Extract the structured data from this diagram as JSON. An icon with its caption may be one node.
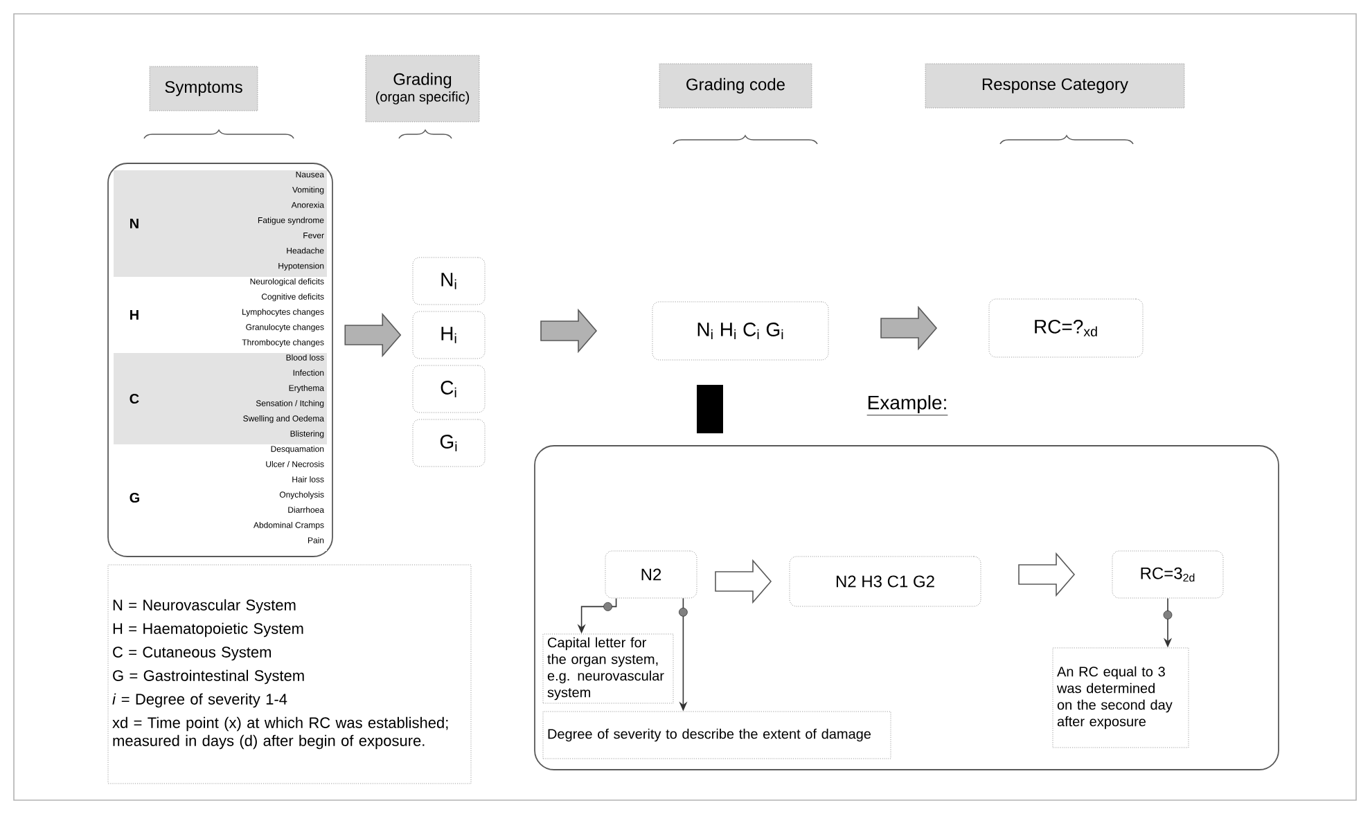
{
  "diagram": {
    "nodes": [
      {
        "text": [
          "Symptoms"
        ]
      },
      {
        "text": [
          "Grading",
          "(organ specific)"
        ]
      },
      {
        "text": [
          "Grading code"
        ]
      },
      {
        "text": [
          "Response Category"
        ]
      },
      {
        "text": [],
        "shape": "box"
      },
      {
        "text": [
          "N",
          "Nausea",
          "Vomiting",
          "Anorexia",
          "Fatigue syndrome",
          "Fever",
          "Headache",
          "Hypotension"
        ],
        "in": 4
      },
      {
        "text": [
          "H",
          "Neurological deficits",
          "Cognitive deficits",
          "Lymphocytes changes",
          "Granulocyte changes",
          "Thrombocyte changes"
        ],
        "in": 4
      },
      {
        "text": [
          "C",
          "Blood loss",
          "Infection",
          "Erythema",
          "Sensation / Itching",
          "Swelling and Oedema",
          "Blistering"
        ],
        "in": 4
      },
      {
        "text": [
          "G",
          "Desquamation",
          "Ulcer / Necrosis",
          "Hair loss",
          "Onycholysis",
          "Diarrhoea",
          "Abdominal Cramps",
          "Pain"
        ],
        "in": 4
      },
      {
        "text": [
          "N$_{i}$"
        ]
      },
      {
        "text": [
          "H$_{i}$"
        ]
      },
      {
        "text": [
          "C$_{i}$"
        ]
      },
      {
        "text": [
          "G$_{i}$"
        ]
      },
      {
        "text": [
          "N$_{i}$ H$_{i}$ C$_{i}$ G$_{i}$"
        ]
      },
      {
        "text": [
          "RC=?$_{xd}$"
        ]
      },
      {
        "text": [
          "N = Neurovascular System",
          "H = Haematopoietic System",
          "C = Cutaneous System",
          "G = Gastrointestinal System",
          "*i* = Degree of severity 1-4",
          "xd = Time point (x) at which RC was established; measured in days (d) after begin of exposure."
        ]
      },
      {
        "text": [],
        "shape": "box"
      },
      {
        "text": [
          "N2"
        ],
        "in": 16
      },
      {
        "text": [
          "N2 H3 C1 G2"
        ],
        "in": 16
      },
      {
        "text": [
          "RC=3$_{2d}$"
        ],
        "in": 16
      },
      {
        "text": [
          "Capital letter for the organ system, e.g. neurovascular system"
        ],
        "in": 16
      },
      {
        "text": [
          "Degree of severity to describe the extent of damage"
        ],
        "in": 16
      },
      {
        "text": [
          "An RC equal to 3 was determined on the second day after exposure"
        ],
        "in": 16
      }
    ],
    "edges": [
      {
        "from": 4,
        "to": 10,
        "arrow": "to",
        "style": "thick"
      },
      {
        "from": 10,
        "to": 13,
        "arrow": "to",
        "style": "thick"
      },
      {
        "from": 13,
        "to": 14,
        "arrow": "to",
        "style": "thick"
      },
      {
        "from": 17,
        "to": 18,
        "arrow": "to",
        "style": "thick",
        "color": "#ffffff"
      },
      {
        "from": 18,
        "to": 19,
        "arrow": "to",
        "style": "thick",
        "color": "#ffffff"
      },
      {
        "from": 17,
        "to": 20,
        "arrow": "to"
      },
      {
        "from": 17,
        "to": 21,
        "arrow": "to"
      },
      {
        "from": 19,
        "to": 22,
        "arrow": "to"
      }
    ],
    "labels": [
      "Example:"
    ]
  }
}
